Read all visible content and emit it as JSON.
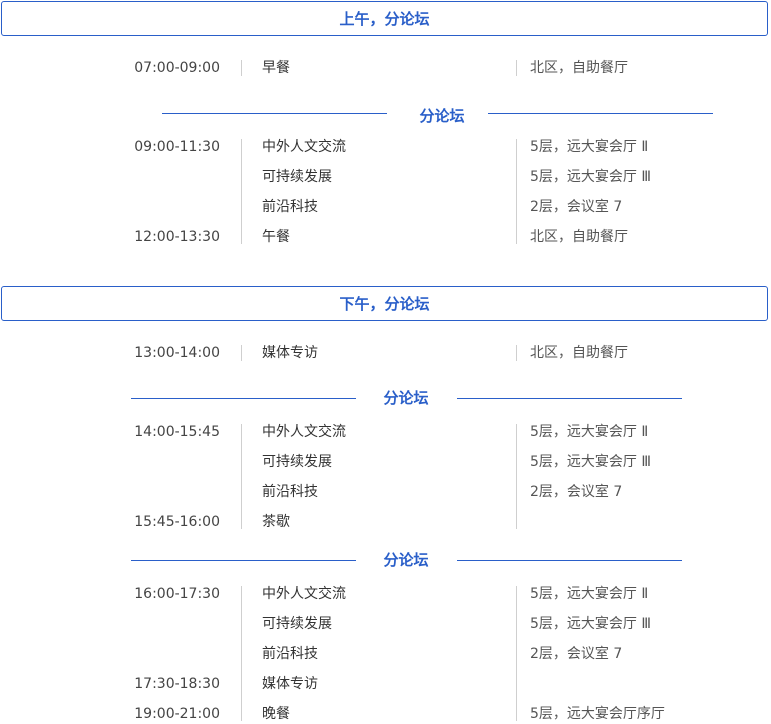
{
  "sections": [
    {
      "title": "上午，分论坛",
      "rows": [
        {
          "time": "07:00-09:00",
          "event": "早餐",
          "location": "北区，自助餐厅"
        }
      ],
      "subsections": [
        {
          "title": "分论坛",
          "rows": [
            {
              "time": "09:00-11:30",
              "event": "中外人文交流",
              "location": "5层，远大宴会厅 Ⅱ"
            },
            {
              "time": "",
              "event": "可持续发展",
              "location": "5层，远大宴会厅 Ⅲ"
            },
            {
              "time": "",
              "event": "前沿科技",
              "location": "2层，会议室 7"
            },
            {
              "time": "12:00-13:30",
              "event": "午餐",
              "location": "北区，自助餐厅"
            }
          ]
        }
      ]
    },
    {
      "title": "下午，分论坛",
      "rows": [
        {
          "time": "13:00-14:00",
          "event": "媒体专访",
          "location": "北区，自助餐厅"
        }
      ],
      "subsections": [
        {
          "title": "分论坛",
          "rows": [
            {
              "time": "14:00-15:45",
              "event": "中外人文交流",
              "location": "5层，远大宴会厅  Ⅱ"
            },
            {
              "time": "",
              "event": "可持续发展",
              "location": "5层，远大宴会厅  Ⅲ"
            },
            {
              "time": "",
              "event": "前沿科技",
              "location": "2层，会议室 7"
            },
            {
              "time": "15:45-16:00",
              "event": "茶歇",
              "location": ""
            }
          ]
        },
        {
          "title": "分论坛",
          "rows": [
            {
              "time": "16:00-17:30",
              "event": "中外人文交流",
              "location": "5层，远大宴会厅  Ⅱ"
            },
            {
              "time": "",
              "event": "可持续发展",
              "location": "5层，远大宴会厅  Ⅲ"
            },
            {
              "time": "",
              "event": "前沿科技",
              "location": "2层，会议室 7"
            },
            {
              "time": "17:30-18:30",
              "event": "媒体专访",
              "location": ""
            },
            {
              "time": "19:00-21:00",
              "event": "晚餐",
              "location": "5层，远大宴会厅序厅"
            }
          ]
        }
      ]
    }
  ]
}
